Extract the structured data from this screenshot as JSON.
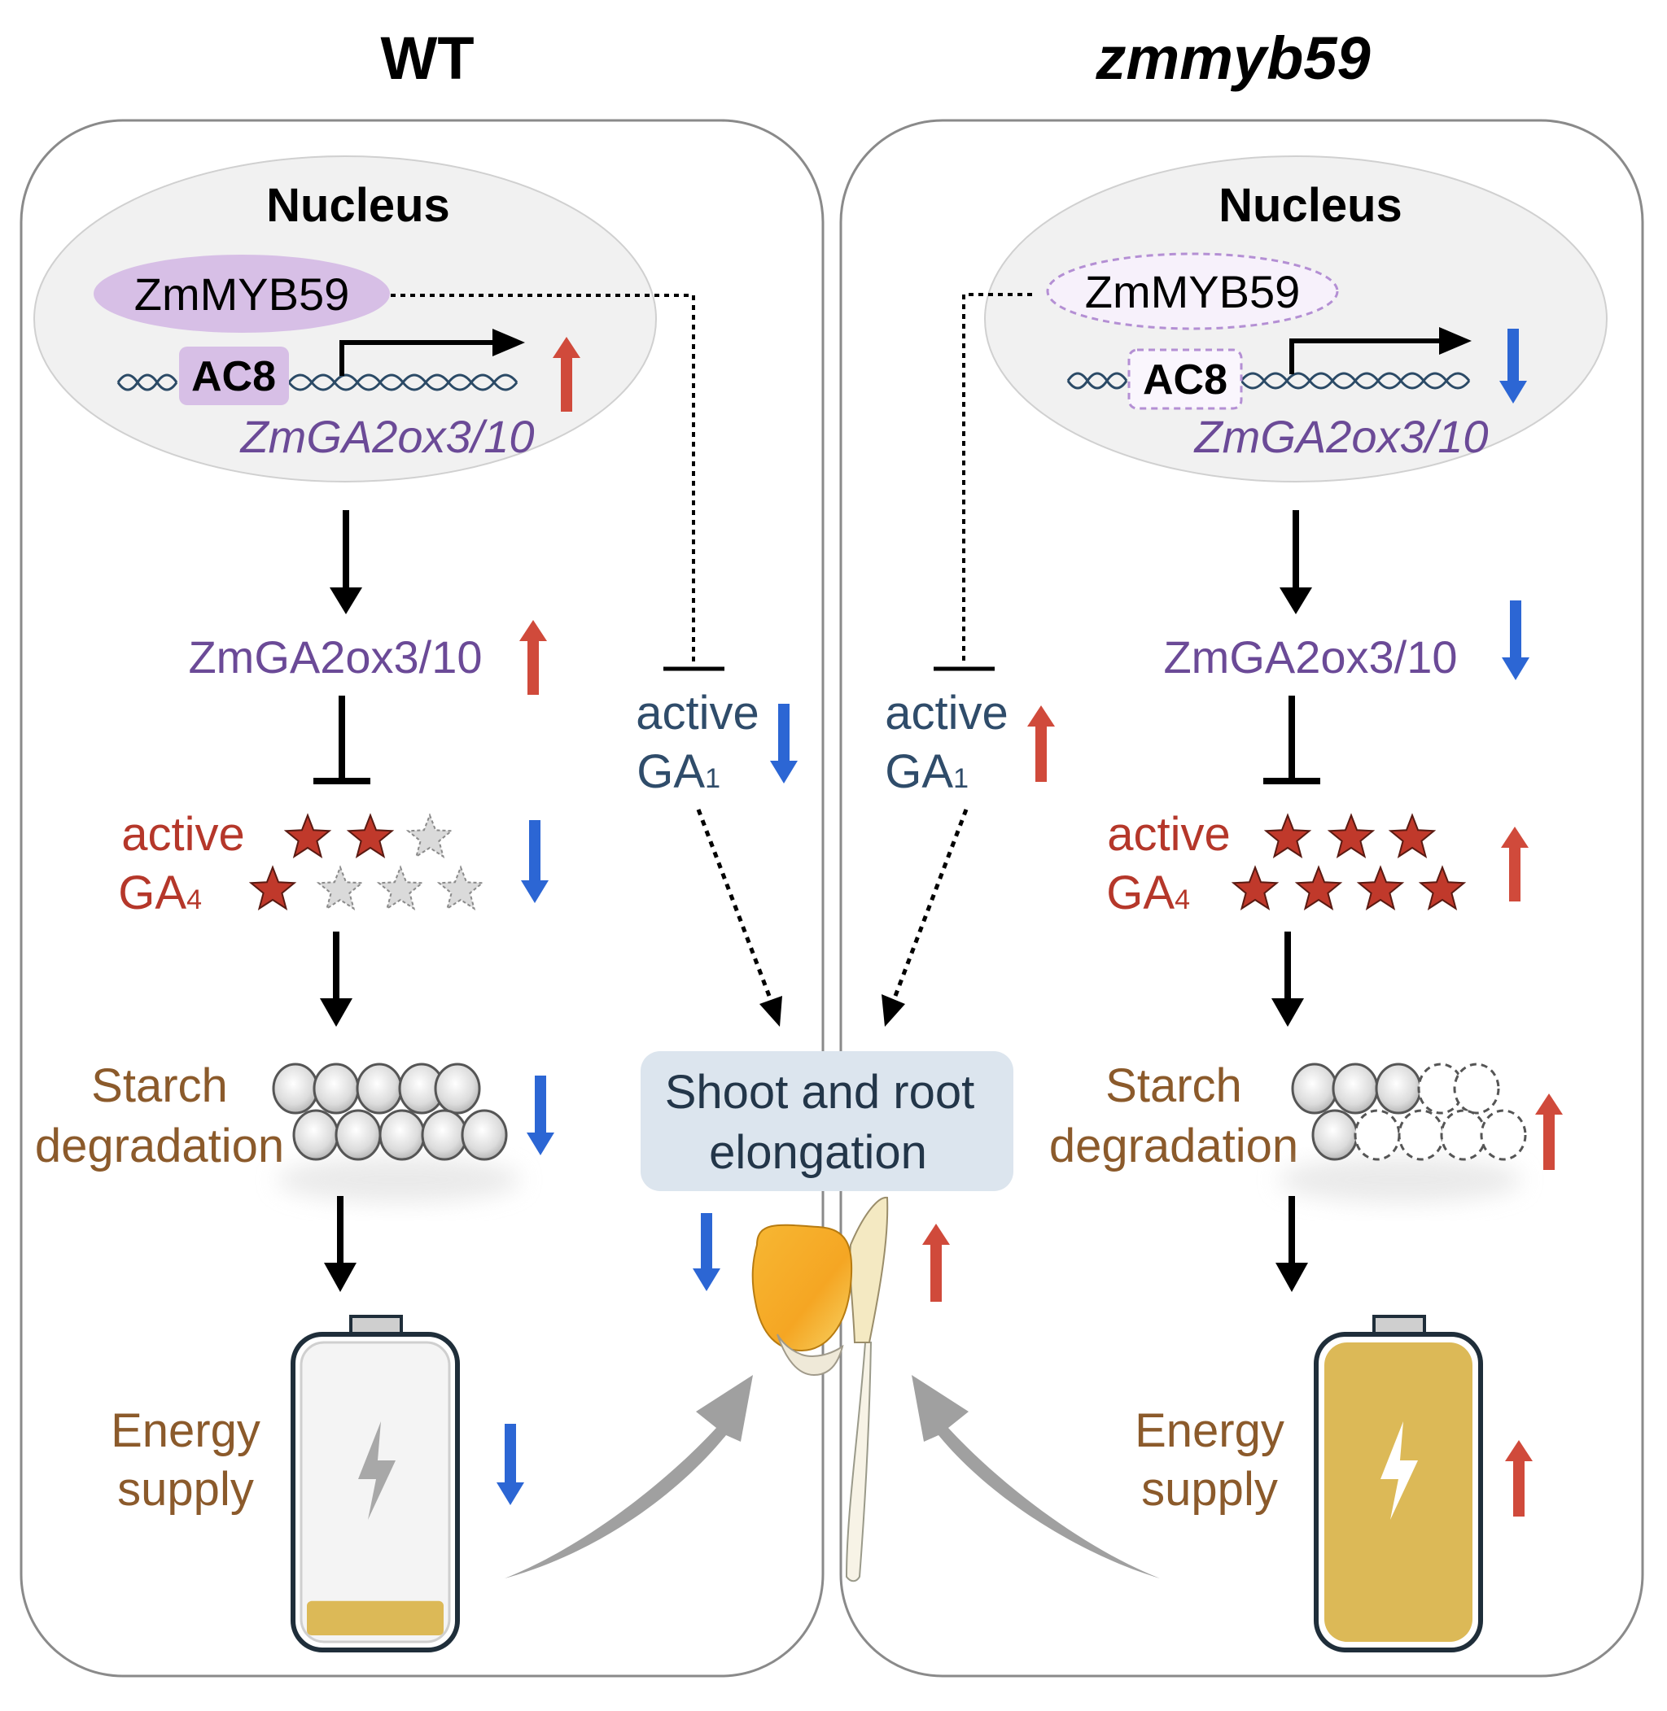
{
  "colors": {
    "panel_border": "#8a8a8a",
    "nucleus_fill": "#f1f1f1",
    "protein_fill": "#d7bfe6",
    "gene_purple": "#6b4a97",
    "ga1_blue": "#2f4c6a",
    "ga4_red": "#b5372a",
    "process_brown": "#8b5a2b",
    "up_arrow_red": "#d04a3b",
    "down_arrow_blue": "#2c66d4",
    "battery_fill": "#dcb957",
    "outcome_box": "#dce5ee"
  },
  "wt": {
    "title": "WT",
    "nucleus_label": "Nucleus",
    "protein": "ZmMYB59",
    "motif": "AC8",
    "gene_italic": "ZmGA2ox3/10",
    "gene": "ZmGA2ox3/10",
    "ga4_line1": "active",
    "ga4_line2": "GA",
    "ga4_sub": "4",
    "ga4_active_stars": 3,
    "ga4_total_stars": 7,
    "starch_line1": "Starch",
    "starch_line2": "degradation",
    "energy_line1": "Energy",
    "energy_line2": "supply",
    "battery_level": 0.12,
    "ga1_line1": "active",
    "ga1_line2": "GA",
    "ga1_sub": "1"
  },
  "mutant": {
    "title": "zmmyb59",
    "nucleus_label": "Nucleus",
    "protein": "ZmMYB59",
    "motif": "AC8",
    "gene_italic": "ZmGA2ox3/10",
    "gene": "ZmGA2ox3/10",
    "ga4_line1": "active",
    "ga4_line2": "GA",
    "ga4_sub": "4",
    "ga4_active_stars": 7,
    "ga4_total_stars": 7,
    "starch_line1": "Starch",
    "starch_line2": "degradation",
    "energy_line1": "Energy",
    "energy_line2": "supply",
    "battery_level": 1.0,
    "ga1_line1": "active",
    "ga1_line2": "GA",
    "ga1_sub": "1"
  },
  "outcome": {
    "line1": "Shoot and root",
    "line2": "elongation"
  },
  "icons": [
    "dna-icon",
    "star-icon",
    "starch-granule-icon",
    "battery-icon",
    "lightning-icon",
    "maize-seedling-icon",
    "up-arrow-icon",
    "down-arrow-icon"
  ]
}
